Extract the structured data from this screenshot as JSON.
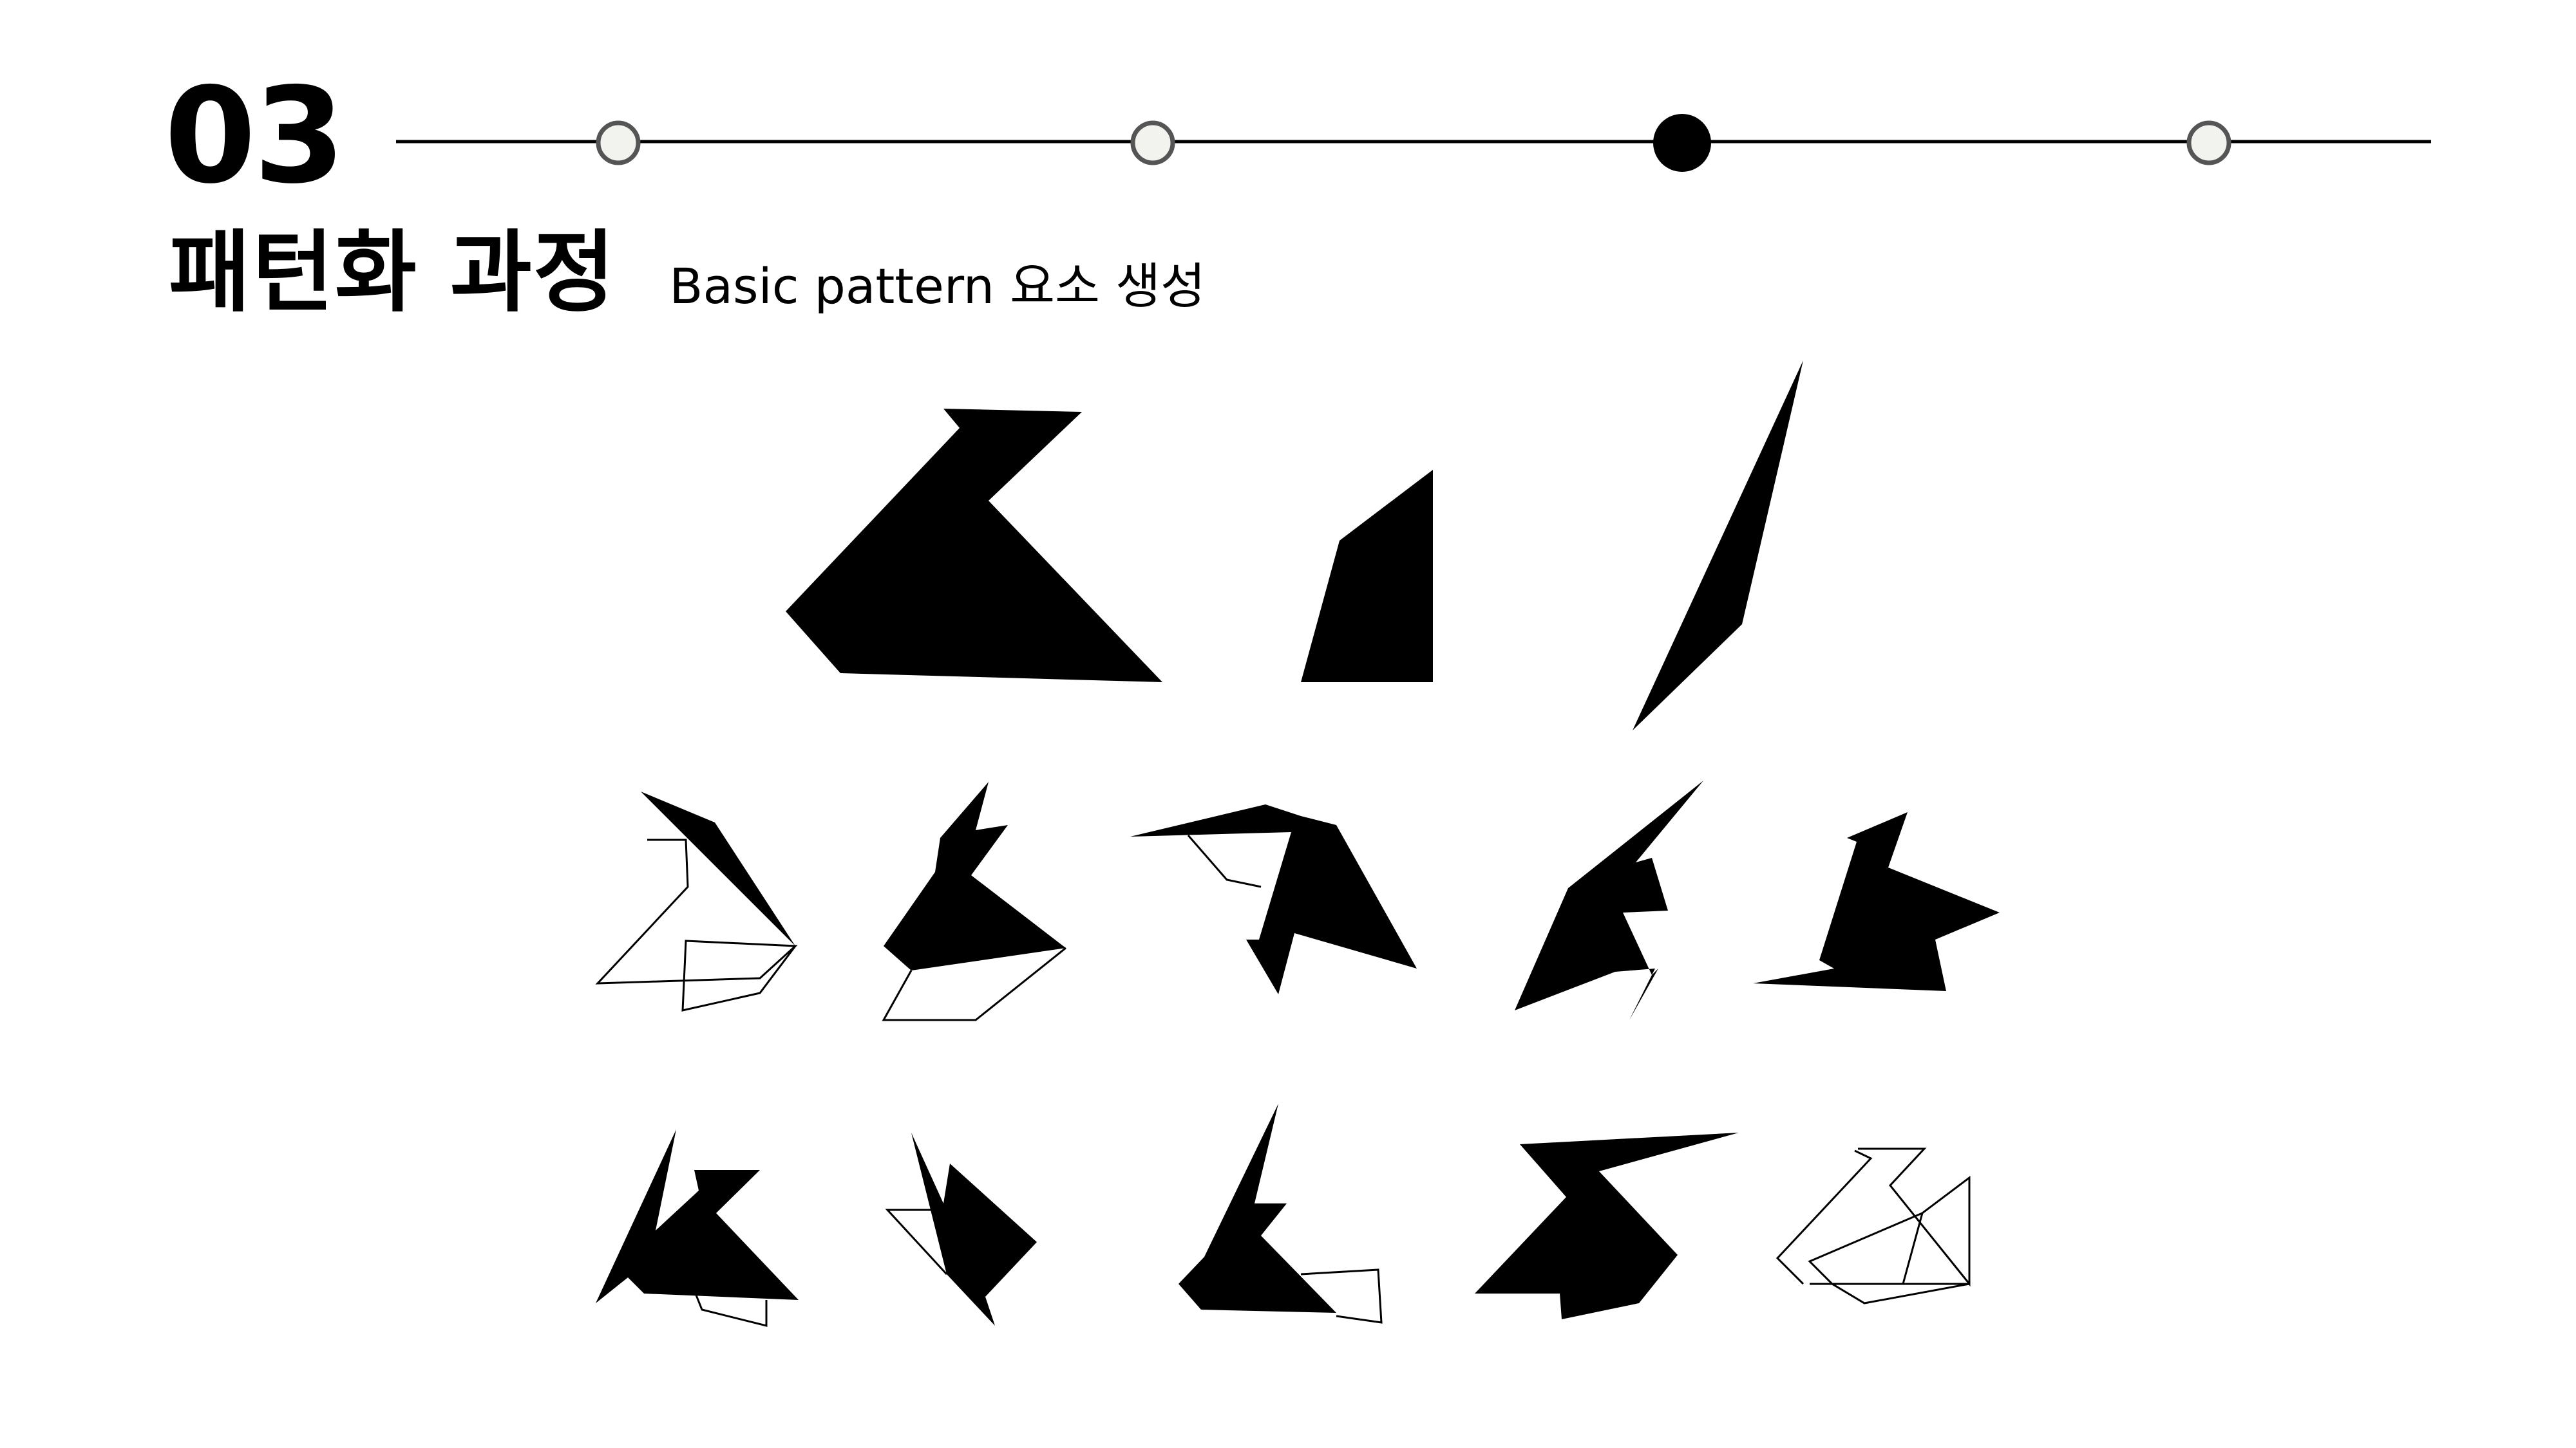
{
  "header": {
    "section_number": "03",
    "title": "패턴화 과정",
    "subtitle": "Basic pattern 요소 생성"
  },
  "progress": {
    "steps_total": 4,
    "current_step": 3
  },
  "colors": {
    "background": "#ffffff",
    "ink": "#000000",
    "inactive_dot_fill": "#f2f2ee",
    "inactive_dot_stroke": "#555555"
  }
}
